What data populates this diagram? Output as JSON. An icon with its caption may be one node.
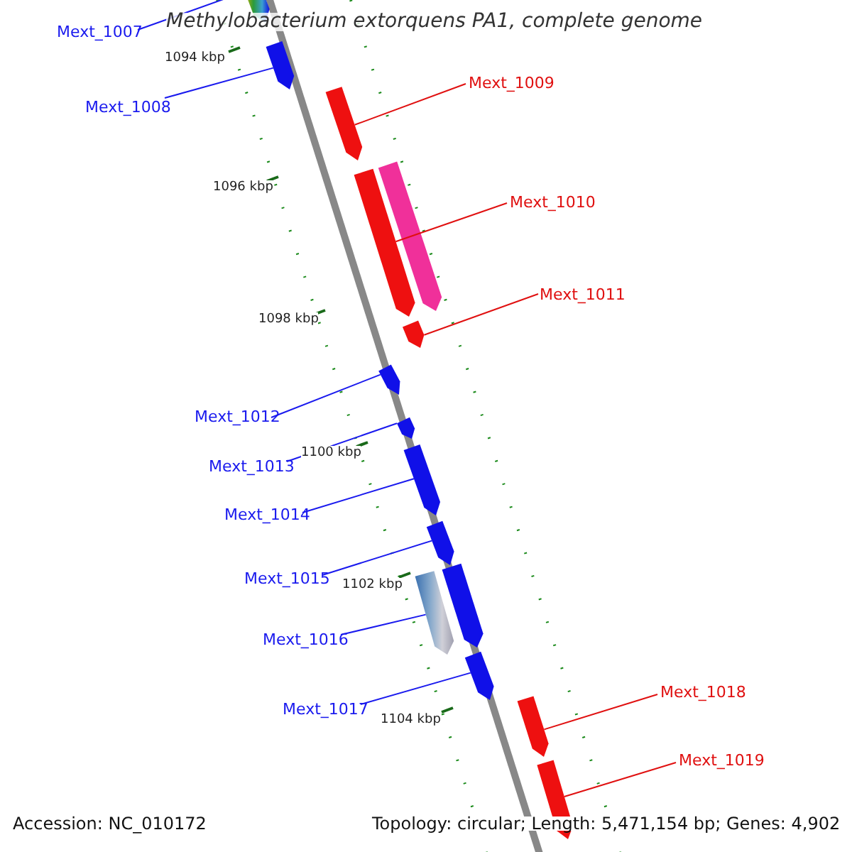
{
  "diagram": {
    "title": "Methylobacterium extorquens PA1, complete genome",
    "nodes": [
      {
        "text": [
          "Mext_1007"
        ]
      },
      {
        "text": [
          "Mext_1008"
        ]
      },
      {
        "text": [
          "Mext_1009"
        ]
      },
      {
        "text": [
          "Mext_1010"
        ]
      },
      {
        "text": [
          "Mext_1011"
        ]
      },
      {
        "text": [
          "Mext_1012"
        ]
      },
      {
        "text": [
          "Mext_1013"
        ]
      },
      {
        "text": [
          "Mext_1014"
        ]
      },
      {
        "text": [
          "Mext_1015"
        ]
      },
      {
        "text": [
          "Mext_1016"
        ]
      },
      {
        "text": [
          "Mext_1017"
        ]
      },
      {
        "text": [
          "Mext_1018"
        ]
      },
      {
        "text": [
          "Mext_1019"
        ]
      },
      {
        "text": [],
        "shape": "bar"
      },
      {
        "text": [],
        "shape": "bar"
      },
      {
        "text": [],
        "shape": "bar"
      },
      {
        "text": [],
        "shape": "bar"
      },
      {
        "text": [],
        "shape": "bar"
      },
      {
        "text": [],
        "shape": "bar"
      },
      {
        "text": [],
        "shape": "bar"
      },
      {
        "text": [],
        "shape": "bar"
      },
      {
        "text": [],
        "shape": "bar"
      },
      {
        "text": [],
        "shape": "bar"
      },
      {
        "text": [],
        "shape": "bar"
      },
      {
        "text": [],
        "shape": "bar"
      },
      {
        "text": [],
        "shape": "bar"
      },
      {
        "text": [],
        "shape": "bar"
      },
      {
        "text": [],
        "shape": "bar"
      }
    ],
    "edges": [
      {
        "from": 0,
        "to": 13,
        "arrow": "none"
      },
      {
        "from": 1,
        "to": 14,
        "arrow": "none"
      },
      {
        "from": 2,
        "to": 15,
        "arrow": "none",
        "color": "#e01010"
      },
      {
        "from": 3,
        "to": 16,
        "arrow": "none",
        "color": "#e01010"
      },
      {
        "from": 4,
        "to": 18,
        "arrow": "none",
        "color": "#e01010"
      },
      {
        "from": 5,
        "to": 19,
        "arrow": "none"
      },
      {
        "from": 6,
        "to": 20,
        "arrow": "none"
      },
      {
        "from": 7,
        "to": 21,
        "arrow": "none"
      },
      {
        "from": 8,
        "to": 22,
        "arrow": "none"
      },
      {
        "from": 9,
        "to": 23,
        "arrow": "none"
      },
      {
        "from": 10,
        "to": 25,
        "arrow": "none"
      },
      {
        "from": 11,
        "to": 26,
        "arrow": "none",
        "color": "#e01010"
      },
      {
        "from": 12,
        "to": 27,
        "arrow": "none",
        "color": "#e01010"
      }
    ],
    "labels": [
      "1094 kbp",
      "1096 kbp",
      "1098 kbp",
      "1100 kbp",
      "1102 kbp",
      "1104 kbp",
      "Accession: NC_010172",
      "Topology: circular; Length: 5,471,154 bp; Genes: 4,902"
    ]
  }
}
